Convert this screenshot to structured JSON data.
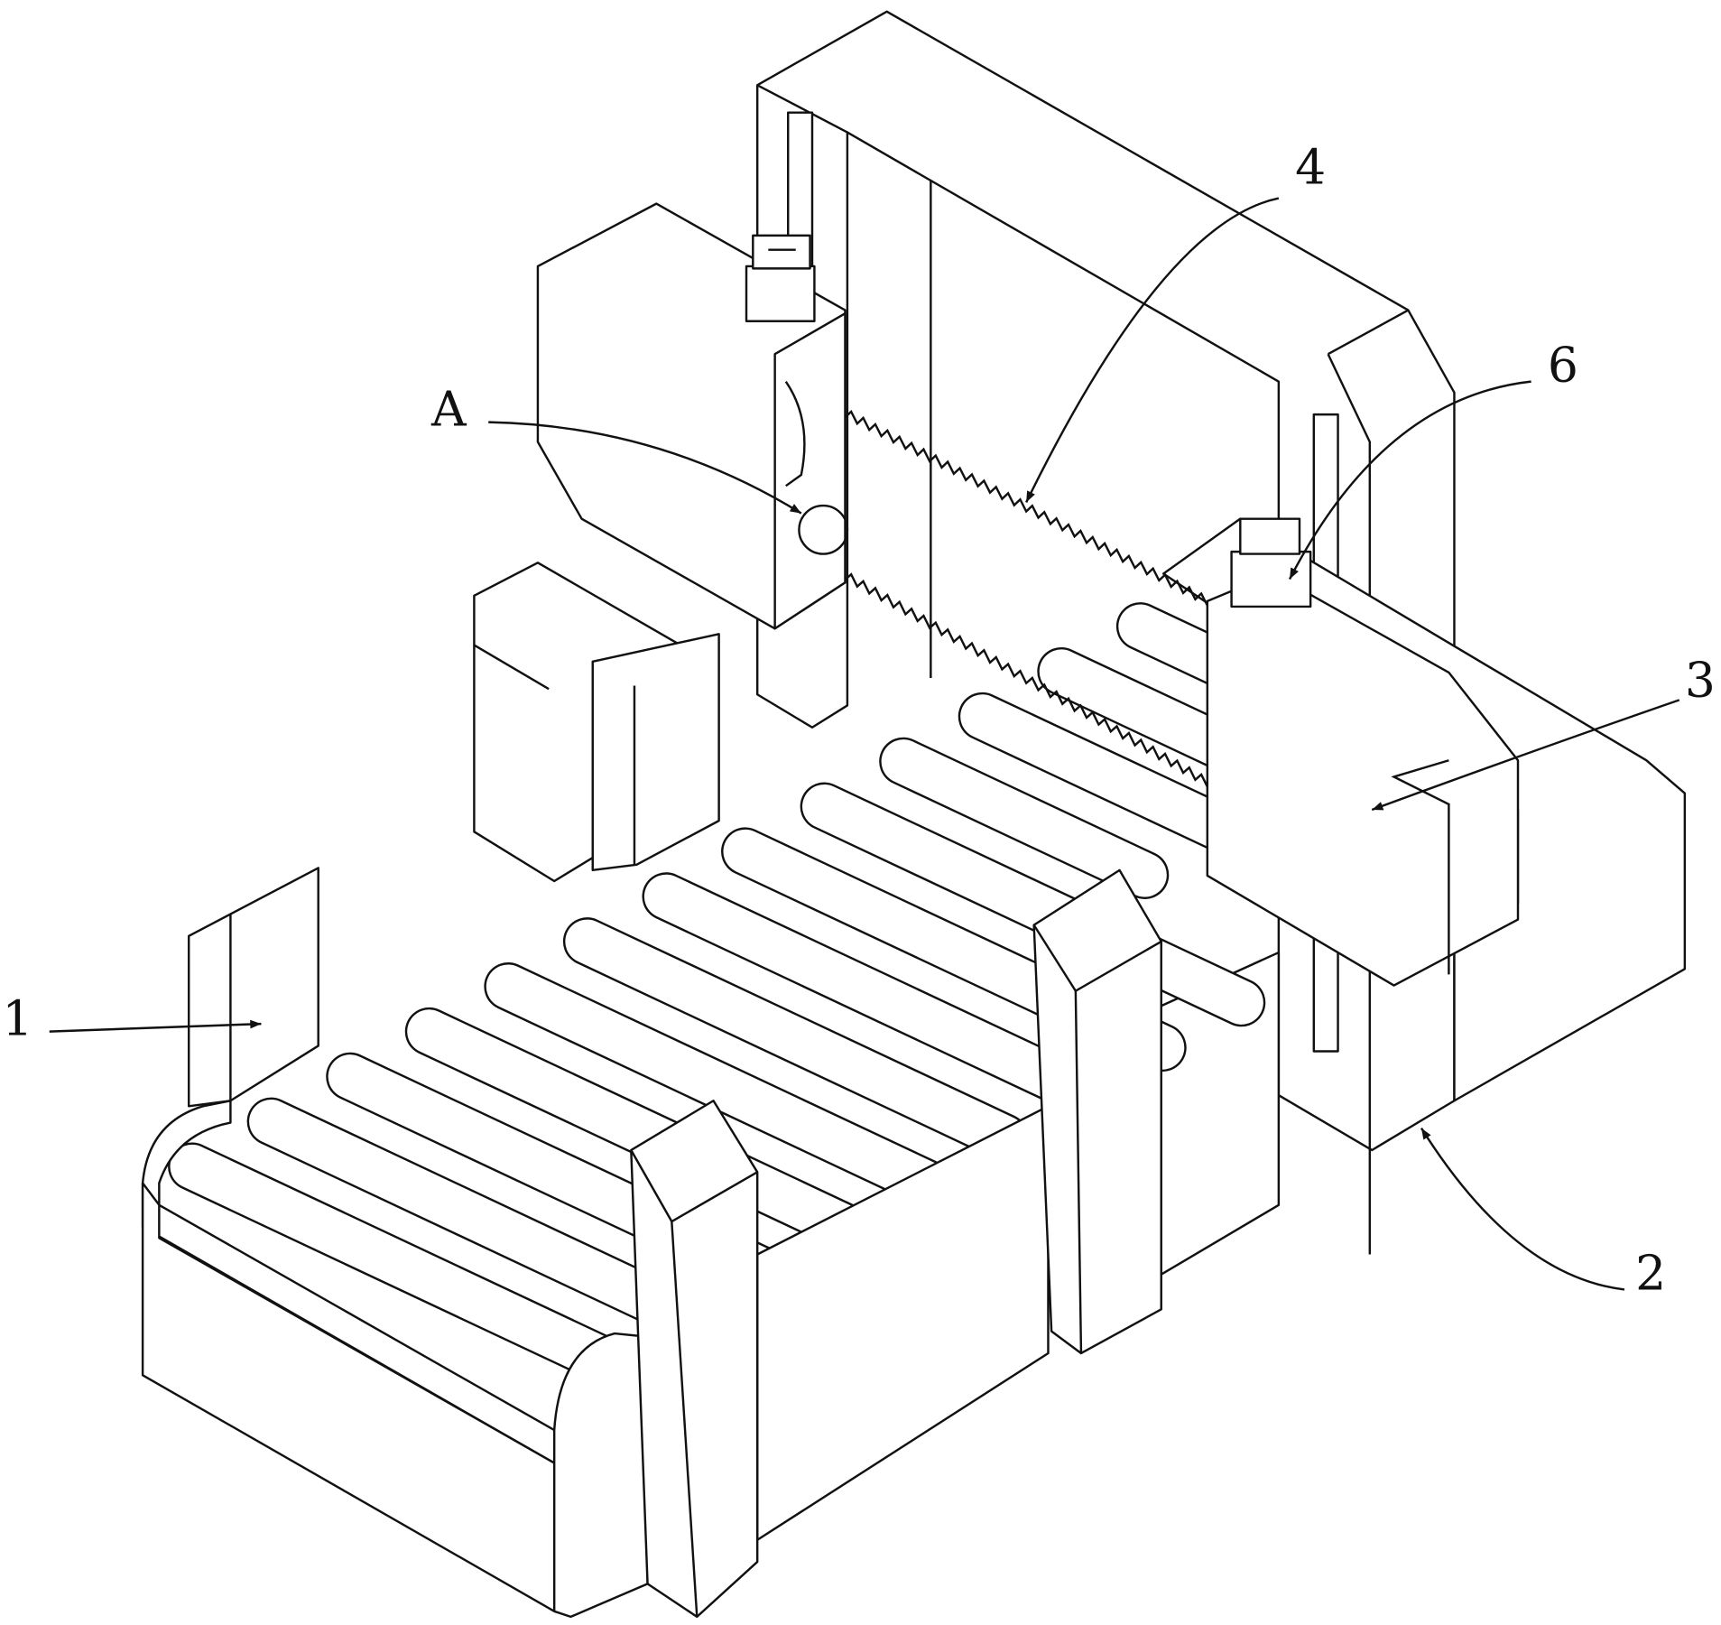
{
  "figure": {
    "type": "patent isometric line drawing",
    "labels": {
      "label_1": "1",
      "label_2": "2",
      "label_3": "3",
      "label_4": "4",
      "label_6": "6",
      "label_A": "A"
    },
    "roller_count": 13
  }
}
